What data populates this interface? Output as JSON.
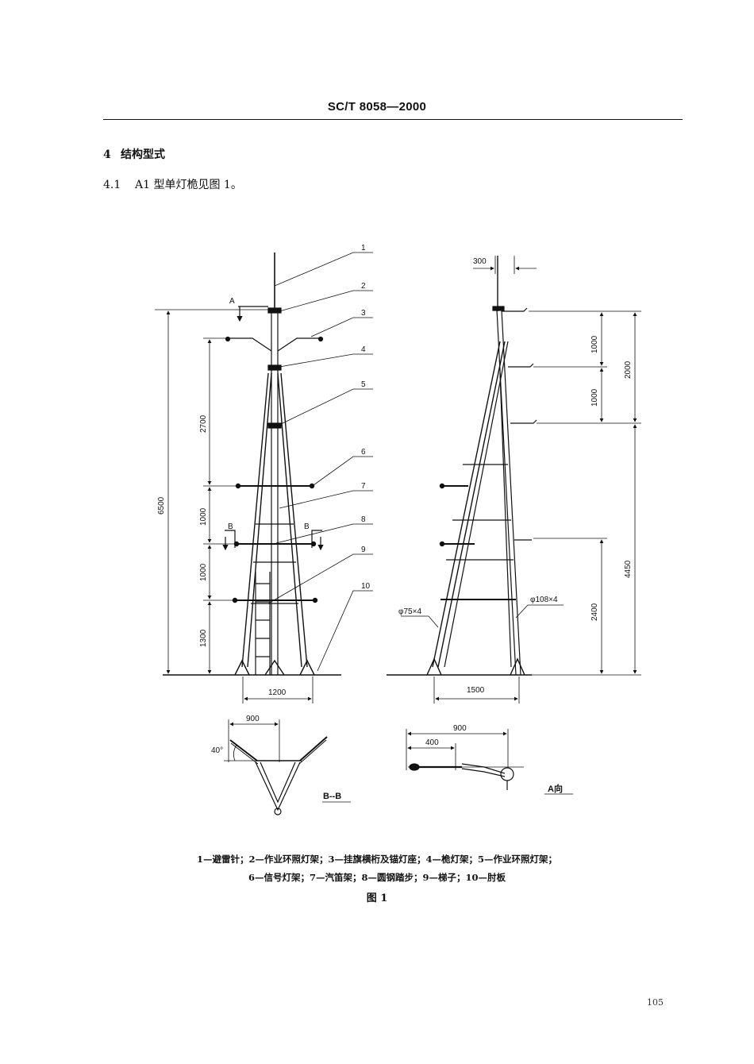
{
  "header": {
    "standard": "SC/T 8058—2000"
  },
  "section": {
    "number": "4",
    "title": "结构型式"
  },
  "clause": {
    "number": "4.1",
    "text": "A1 型单灯桅见图 1。"
  },
  "figure": {
    "callouts": [
      "1",
      "2",
      "3",
      "4",
      "5",
      "6",
      "7",
      "8",
      "9",
      "10"
    ],
    "front_view": {
      "dim_total_height": "6500",
      "dims_vertical": [
        "2700",
        "1000",
        "1000",
        "1300"
      ],
      "dim_base_width": "1200",
      "view_marker_a": "A",
      "section_marker_left": "B",
      "section_marker_right": "B"
    },
    "side_view": {
      "dim_top_offset": "300",
      "dims_upper": [
        "1000",
        "1000"
      ],
      "dim_upper_total": "2000",
      "dim_lower_total": "4450",
      "dim_lower_part": "2400",
      "pipe_left": "φ75×4",
      "pipe_right": "φ108×4",
      "dim_base_width": "1500"
    },
    "section_bb": {
      "dim_width": "900",
      "angle": "40°",
      "label": "B--B"
    },
    "view_a": {
      "dim_outer": "900",
      "dim_inner": "400",
      "label": "A向"
    }
  },
  "legend": {
    "line1": "1—避雷针；2—作业环照灯架；3—挂旗横桁及锚灯座；4—桅灯架；5—作业环照灯架；",
    "line2": "6—信号灯架；7—汽笛架；8—圆钢踏步；9—梯子；10—肘板"
  },
  "caption": "图 1",
  "page_number": "105"
}
